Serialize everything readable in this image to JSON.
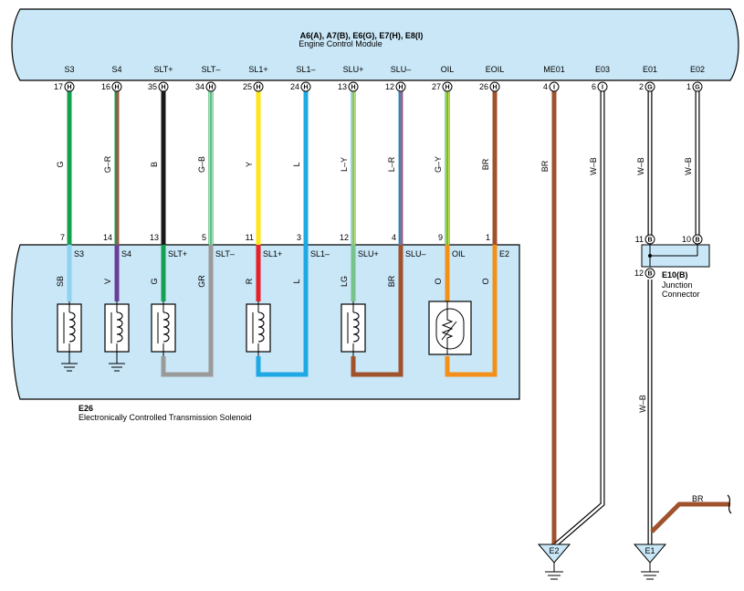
{
  "ecm": {
    "title": "A6(A), A7(B), E6(G), E7(H), E8(I)",
    "subtitle": "Engine Control Module",
    "terminals": [
      {
        "name": "S3",
        "pin": "17",
        "letter": "H"
      },
      {
        "name": "S4",
        "pin": "16",
        "letter": "H"
      },
      {
        "name": "SLT+",
        "pin": "35",
        "letter": "H"
      },
      {
        "name": "SLT–",
        "pin": "34",
        "letter": "H"
      },
      {
        "name": "SL1+",
        "pin": "25",
        "letter": "H"
      },
      {
        "name": "SL1–",
        "pin": "24",
        "letter": "H"
      },
      {
        "name": "SLU+",
        "pin": "13",
        "letter": "H"
      },
      {
        "name": "SLU–",
        "pin": "12",
        "letter": "H"
      },
      {
        "name": "OIL",
        "pin": "27",
        "letter": "H"
      },
      {
        "name": "EOIL",
        "pin": "26",
        "letter": "H"
      },
      {
        "name": "ME01",
        "pin": "4",
        "letter": "I"
      },
      {
        "name": "E03",
        "pin": "6",
        "letter": "I"
      },
      {
        "name": "E01",
        "pin": "2",
        "letter": "G"
      },
      {
        "name": "E02",
        "pin": "1",
        "letter": "G"
      }
    ]
  },
  "wires_top": [
    "G",
    "G–R",
    "B",
    "G–B",
    "Y",
    "L",
    "L–Y",
    "L–R",
    "G–Y",
    "BR",
    "BR",
    "W–B",
    "W–B",
    "W–B"
  ],
  "solenoid": {
    "code": "E26",
    "name": "Electronically Controlled Transmission Solenoid",
    "pins": [
      {
        "pin": "7",
        "name": "S3",
        "wire": "SB"
      },
      {
        "pin": "14",
        "name": "S4",
        "wire": "V"
      },
      {
        "pin": "13",
        "name": "SLT+",
        "wire": "G"
      },
      {
        "pin": "5",
        "name": "SLT–",
        "wire": "GR"
      },
      {
        "pin": "11",
        "name": "SL1+",
        "wire": "R"
      },
      {
        "pin": "3",
        "name": "SL1–",
        "wire": "L"
      },
      {
        "pin": "12",
        "name": "SLU+",
        "wire": "LG"
      },
      {
        "pin": "4",
        "name": "SLU–",
        "wire": "BR"
      },
      {
        "pin": "9",
        "name": "OIL",
        "wire": "O"
      },
      {
        "pin": "1",
        "name": "E2",
        "wire": "O"
      }
    ]
  },
  "junction": {
    "code": "E10(B)",
    "name_line1": "Junction",
    "name_line2": "Connector",
    "pins": [
      {
        "pin": "11",
        "letter": "B"
      },
      {
        "pin": "10",
        "letter": "B"
      },
      {
        "pin": "12",
        "letter": "B"
      }
    ]
  },
  "ground_wire_lower": "W–B",
  "br_wire": "BR",
  "grounds": [
    "E2",
    "E1"
  ],
  "colors": {
    "panel": "#c9e7f7",
    "G": "#14a050",
    "GR_stripe": "#e8323c",
    "B": "#1a1a1a",
    "Y": "#ffe619",
    "L": "#1ea8e4",
    "SB": "#8fd2f2",
    "V": "#6a3d98",
    "R": "#e8202a",
    "GRAY": "#9a9a9a",
    "LG": "#78c28c",
    "BR": "#a0522d",
    "O": "#f39019",
    "W": "#ffffff"
  }
}
